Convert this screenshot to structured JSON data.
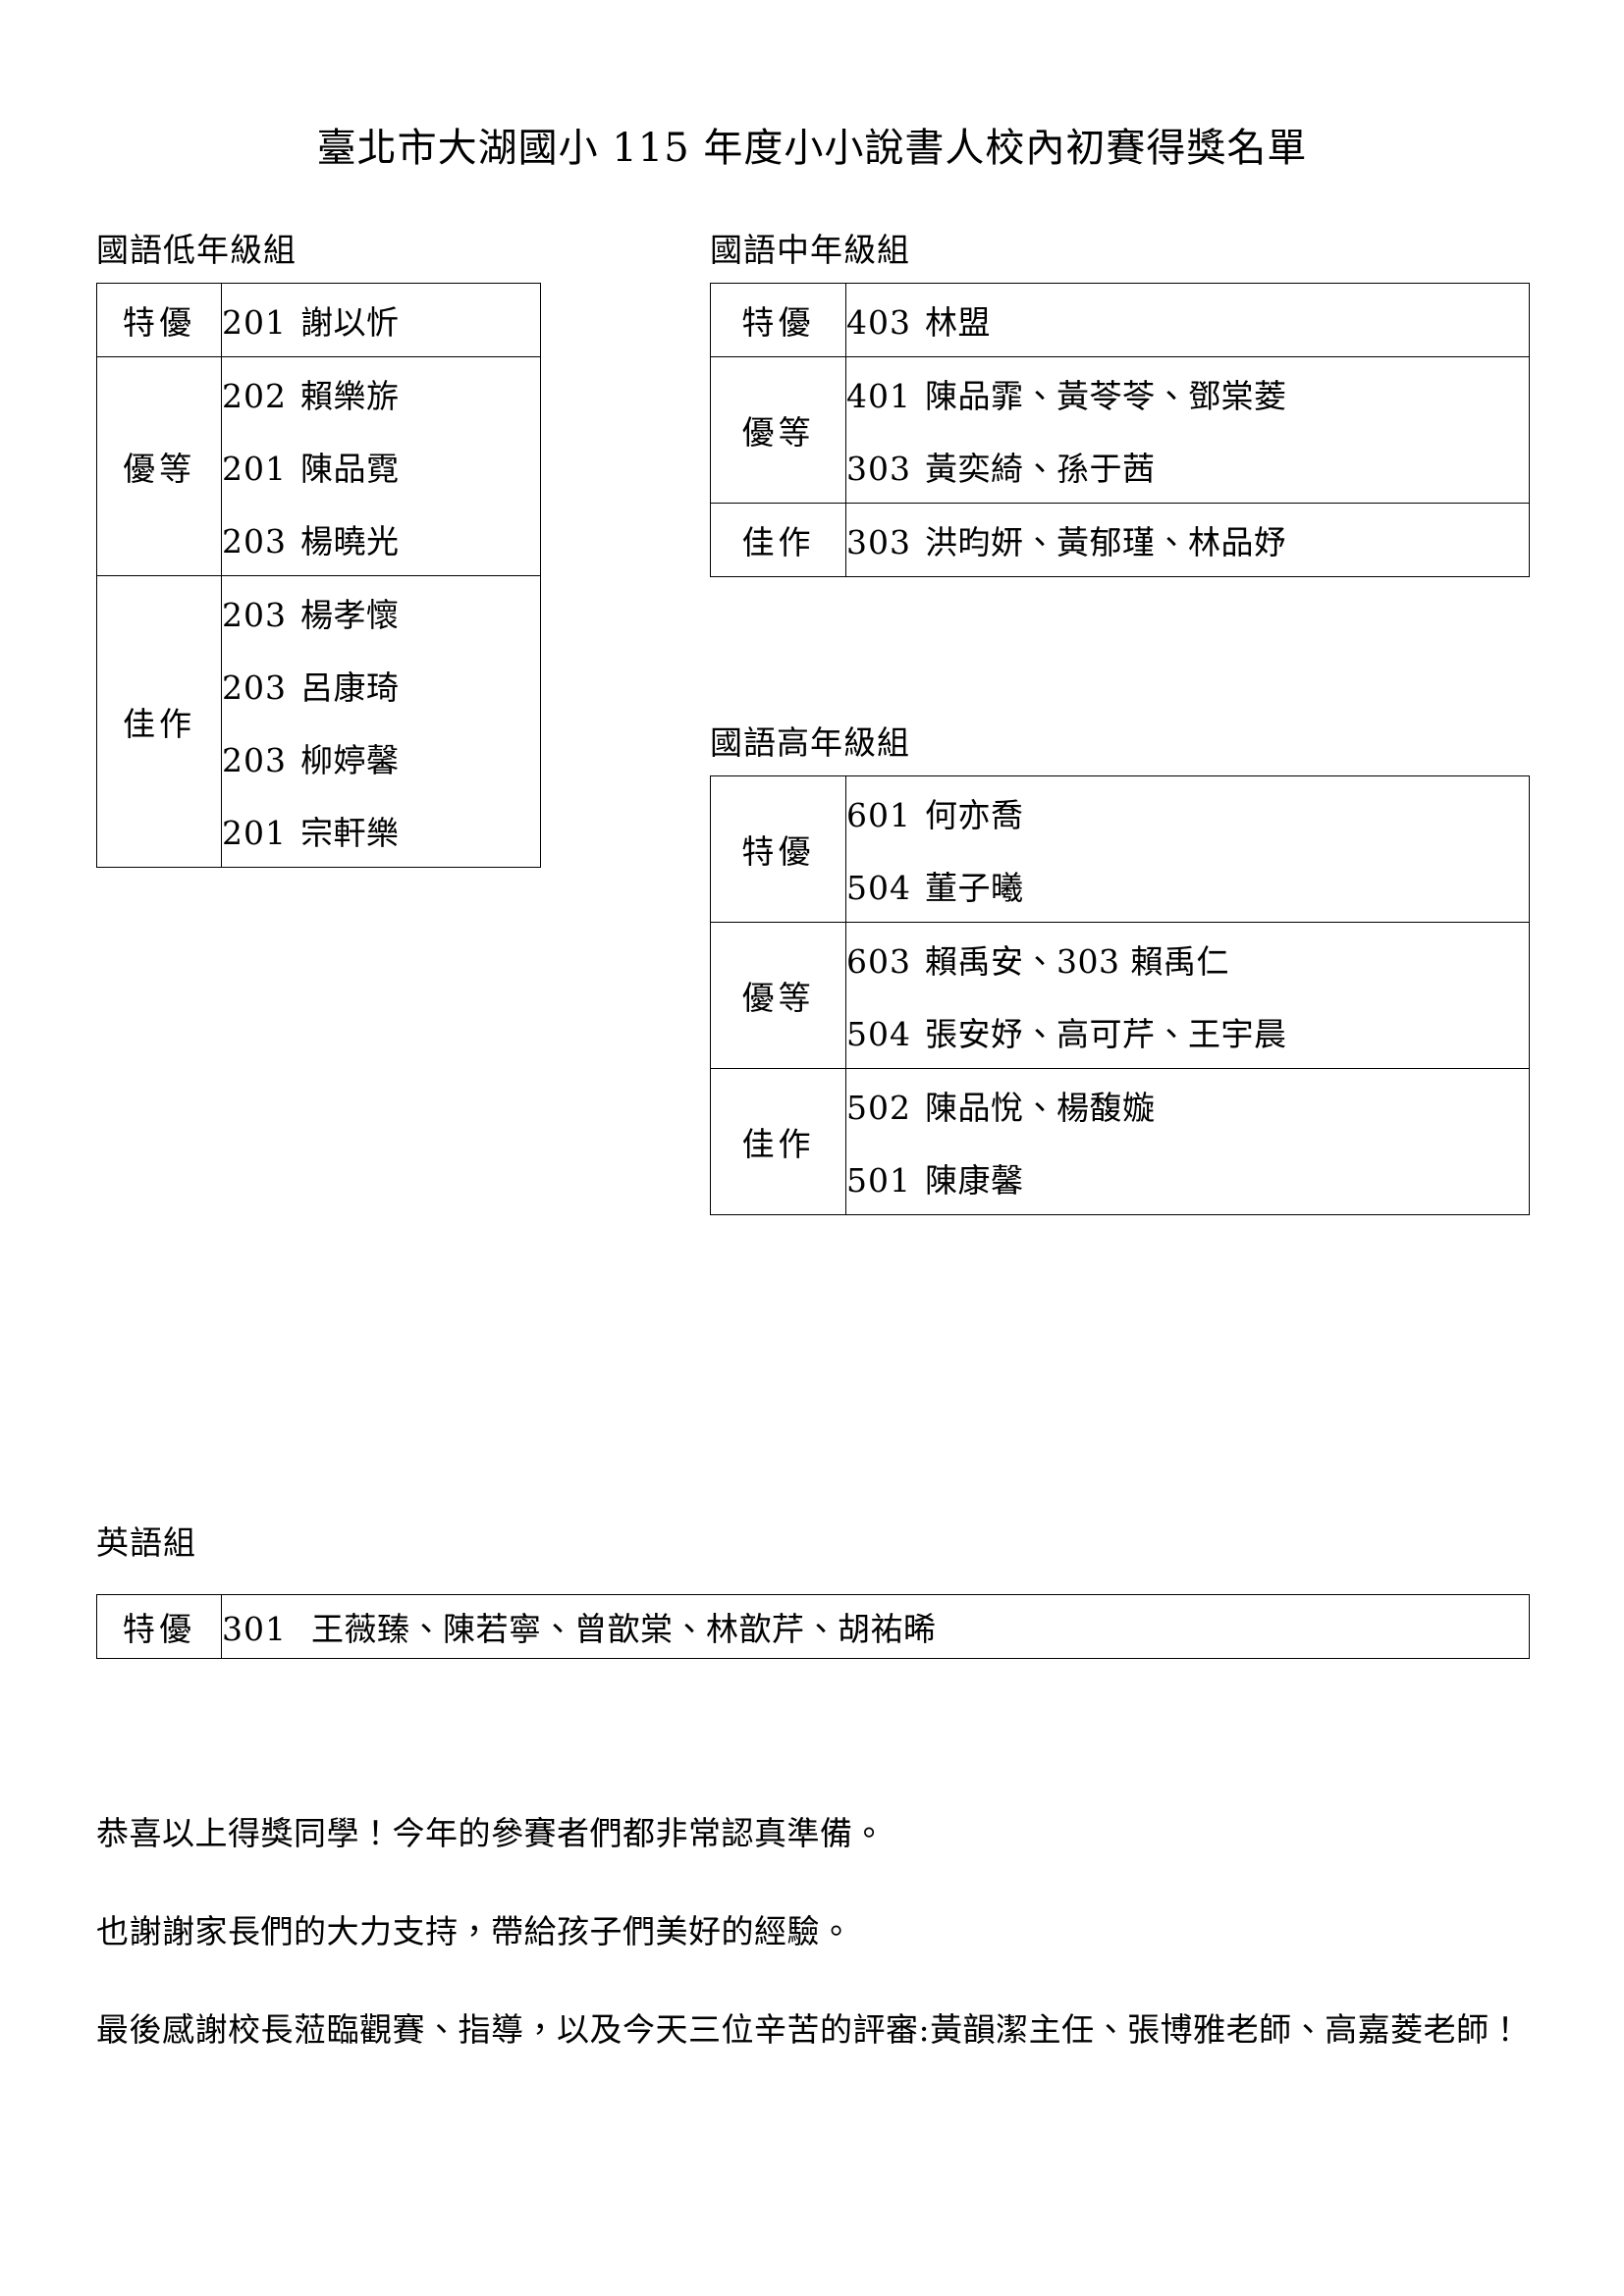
{
  "document": {
    "title": "臺北市大湖國小 115 年度小小說書人校內初賽得獎名單"
  },
  "sections": {
    "mandarin_lower": {
      "caption": "國語低年級組",
      "rows": [
        {
          "rank": "特優",
          "entries": [
            {
              "class": "201",
              "names": "謝以忻"
            }
          ]
        },
        {
          "rank": "優等",
          "entries": [
            {
              "class": "202",
              "names": "賴樂旂"
            },
            {
              "class": "201",
              "names": "陳品霓"
            },
            {
              "class": "203",
              "names": "楊曉光"
            }
          ]
        },
        {
          "rank": "佳作",
          "entries": [
            {
              "class": "203",
              "names": "楊孝懷"
            },
            {
              "class": "203",
              "names": "呂康琦"
            },
            {
              "class": "203",
              "names": "柳婷馨"
            },
            {
              "class": "201",
              "names": "宗軒樂"
            }
          ]
        }
      ]
    },
    "mandarin_middle": {
      "caption": "國語中年級組",
      "rows": [
        {
          "rank": "特優",
          "entries": [
            {
              "class": "403",
              "names": "林盟"
            }
          ]
        },
        {
          "rank": "優等",
          "entries": [
            {
              "class": "401",
              "names": "陳品霏、黃苓苓、鄧棠菱"
            },
            {
              "class": "303",
              "names": "黃奕綺、孫于茜"
            }
          ]
        },
        {
          "rank": "佳作",
          "entries": [
            {
              "class": "303",
              "names": "洪昀妍、黃郁瑾、林品妤"
            }
          ]
        }
      ]
    },
    "mandarin_upper": {
      "caption": "國語高年級組",
      "rows": [
        {
          "rank": "特優",
          "entries": [
            {
              "class": "601",
              "names": "何亦喬"
            },
            {
              "class": "504",
              "names": "董子曦"
            }
          ]
        },
        {
          "rank": "優等",
          "entries": [
            {
              "class": "603",
              "names": "賴禹安、303 賴禹仁"
            },
            {
              "class": "504",
              "names": "張安妤、高可芹、王宇晨"
            }
          ]
        },
        {
          "rank": "佳作",
          "entries": [
            {
              "class": "502",
              "names": "陳品悅、楊馥嫙"
            },
            {
              "class": "501",
              "names": "陳康馨"
            }
          ]
        }
      ]
    },
    "english": {
      "caption": "英語組",
      "rows": [
        {
          "rank": "特優",
          "entries": [
            {
              "class": "301",
              "names": " 王薇臻、陳若寧、曾歆棠、林歆芹、胡祐晞"
            }
          ]
        }
      ]
    }
  },
  "closing": {
    "line1": "恭喜以上得獎同學！今年的參賽者們都非常認真準備。",
    "line2": "也謝謝家長們的大力支持，帶給孩子們美好的經驗。",
    "line3": "最後感謝校長蒞臨觀賽、指導，以及今天三位辛苦的評審:黃韻潔主任、張博雅老師、高嘉菱老師！"
  }
}
